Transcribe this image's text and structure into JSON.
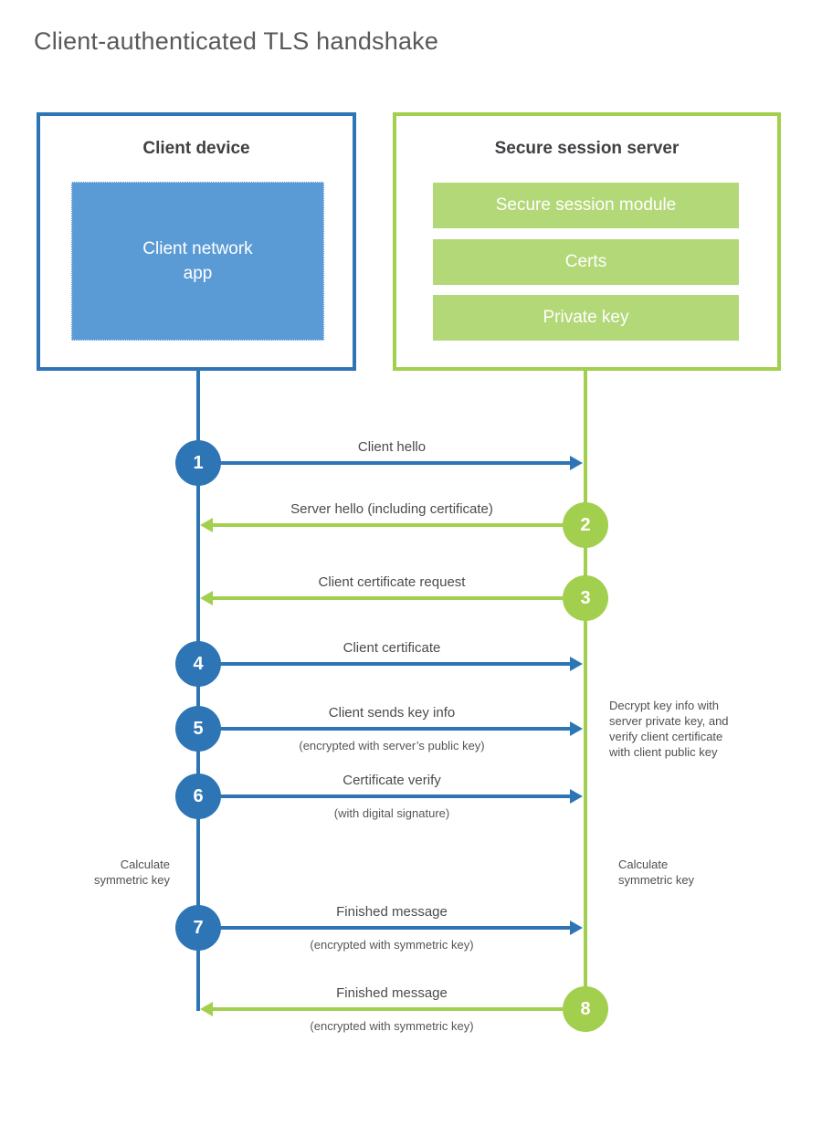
{
  "title": "Client-authenticated TLS handshake",
  "colors": {
    "blue_stroke": "#2e75b6",
    "blue_fill": "#5b9bd5",
    "green_stroke": "#a3cf4f",
    "green_fill": "#b3d878",
    "text_dark": "#3f4043",
    "text_gray": "#58595b"
  },
  "client_box": {
    "title": "Client device",
    "app": {
      "line1": "Client network",
      "line2": "app"
    }
  },
  "server_box": {
    "title": "Secure session server",
    "modules": [
      "Secure session module",
      "Certs",
      "Private key"
    ]
  },
  "steps": [
    {
      "num": "1",
      "label": "Client hello",
      "sub": "",
      "direction": "client-to-server",
      "color": "blue"
    },
    {
      "num": "2",
      "label": "Server hello (including certificate)",
      "sub": "",
      "direction": "server-to-client",
      "color": "green"
    },
    {
      "num": "3",
      "label": "Client certificate request",
      "sub": "",
      "direction": "server-to-client",
      "color": "green"
    },
    {
      "num": "4",
      "label": "Client certificate",
      "sub": "",
      "direction": "client-to-server",
      "color": "blue"
    },
    {
      "num": "5",
      "label": "Client sends key info",
      "sub": "(encrypted with server’s public key)",
      "direction": "client-to-server",
      "color": "blue"
    },
    {
      "num": "6",
      "label": "Certificate verify",
      "sub": "(with digital signature)",
      "direction": "client-to-server",
      "color": "blue"
    },
    {
      "num": "7",
      "label": "Finished message",
      "sub": "(encrypted with symmetric key)",
      "direction": "client-to-server",
      "color": "blue"
    },
    {
      "num": "8",
      "label": "Finished message",
      "sub": "(encrypted with symmetric key)",
      "direction": "server-to-client",
      "color": "green"
    }
  ],
  "annotations": {
    "decrypt_note": {
      "lines": [
        "Decrypt key info with",
        "server private key, and",
        "verify client certificate",
        "with client public key"
      ]
    },
    "calculate_left": {
      "lines": [
        "Calculate",
        "symmetric key"
      ]
    },
    "calculate_right": {
      "lines": [
        "Calculate",
        "symmetric key"
      ]
    }
  }
}
